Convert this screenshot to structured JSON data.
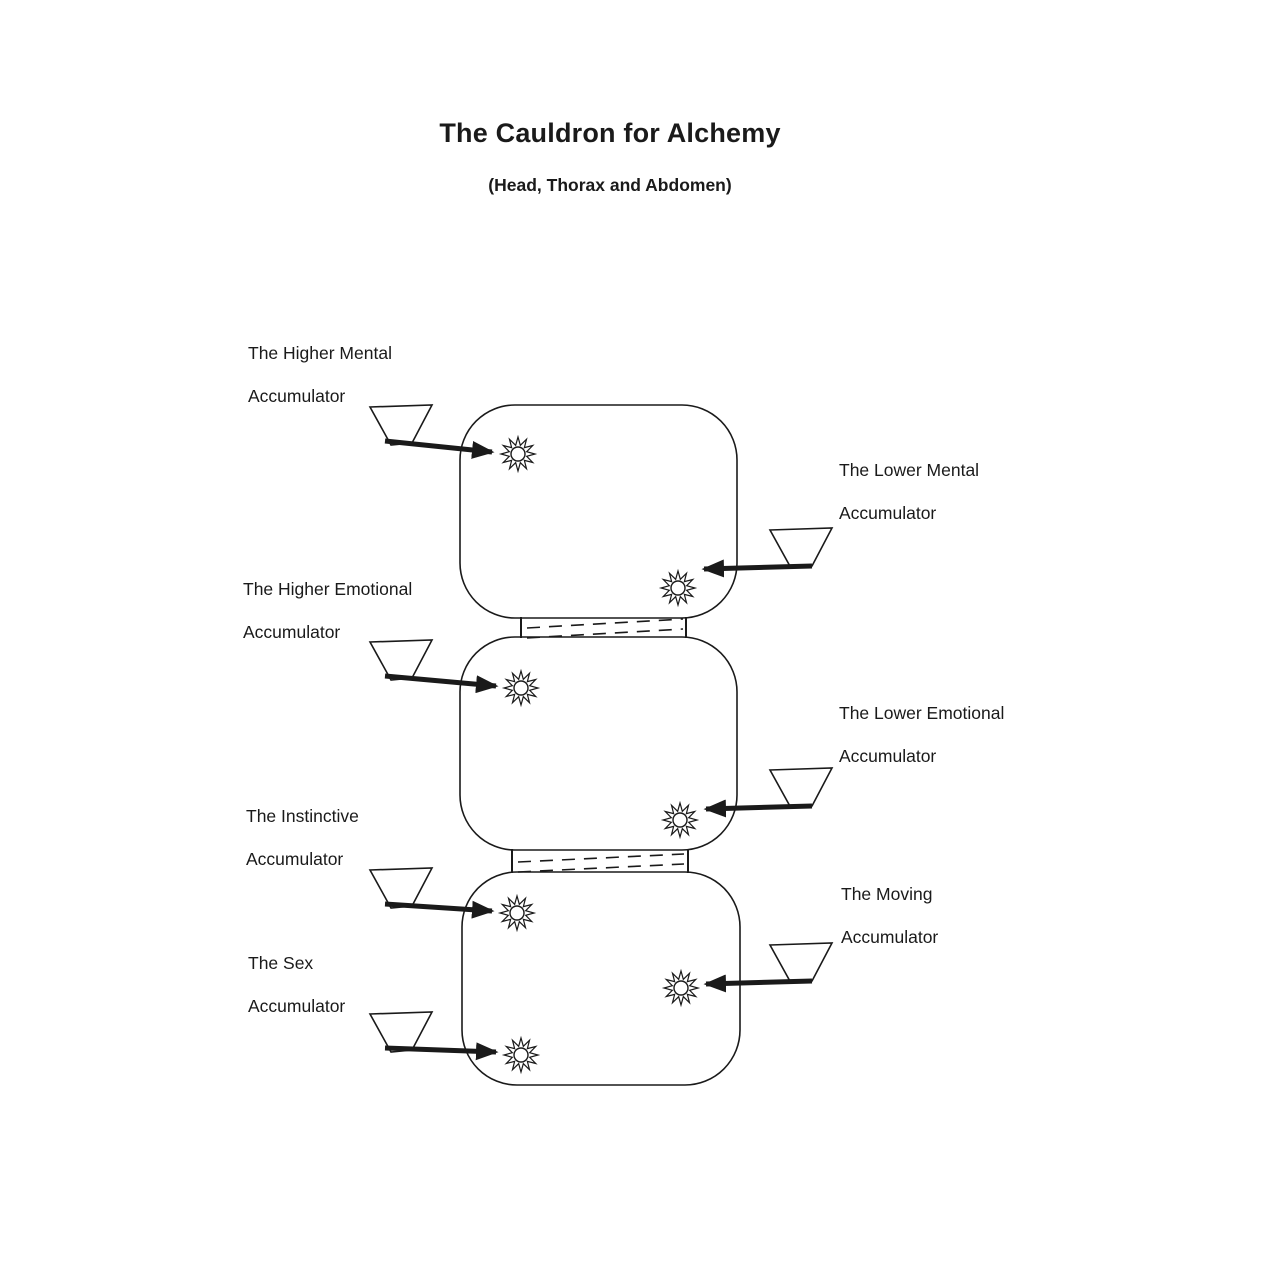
{
  "title": "The Cauldron for Alchemy",
  "subtitle": "(Head, Thorax and Abdomen)",
  "colors": {
    "line": "#1a1a1a",
    "background": "#ffffff"
  },
  "labels": {
    "higher_mental": {
      "line1": "The Higher Mental",
      "line2": "Accumulator"
    },
    "lower_mental": {
      "line1": "The Lower Mental",
      "line2": "Accumulator"
    },
    "higher_emotional": {
      "line1": "The Higher Emotional",
      "line2": "Accumulator"
    },
    "lower_emotional": {
      "line1": "The Lower Emotional",
      "line2": "Accumulator"
    },
    "instinctive": {
      "line1": "The Instinctive",
      "line2": "Accumulator"
    },
    "moving": {
      "line1": "The Moving",
      "line2": "Accumulator"
    },
    "sex": {
      "line1": "The Sex",
      "line2": "Accumulator"
    }
  },
  "icons": {
    "funnel": "funnel-icon",
    "sun": "sun-burst-icon",
    "arrow": "arrow-icon"
  }
}
